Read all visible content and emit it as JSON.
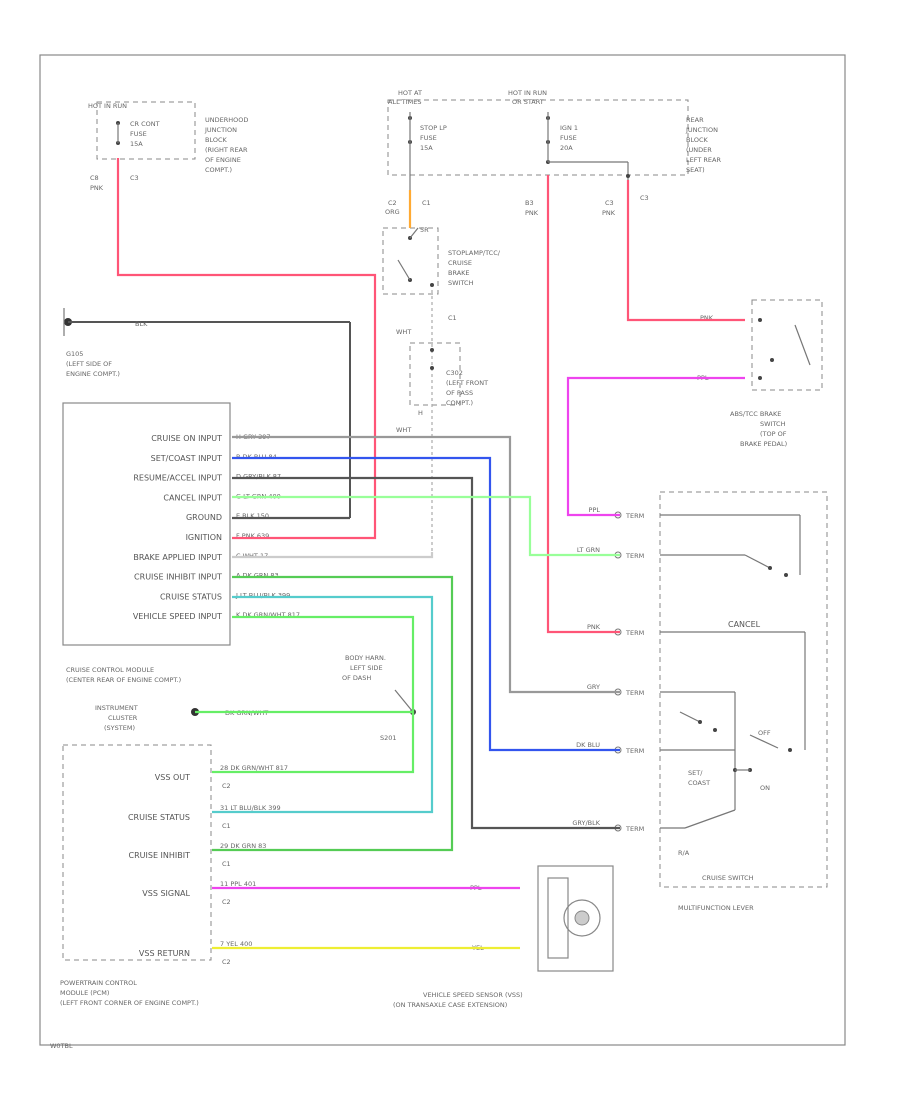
{
  "footer_code": "W0TBL",
  "fuse_blocks": {
    "left": {
      "hot": "HOT IN RUN",
      "fuse": [
        "CR CONT",
        "FUSE",
        "15A"
      ],
      "location": [
        "UNDERHOOD",
        "JUNCTION",
        "BLOCK",
        "(RIGHT REAR",
        "OF ENGINE",
        "COMPT.)"
      ],
      "conn_left": "C8",
      "conn_right": "C3",
      "wire": "PNK"
    },
    "right": {
      "hot_left": [
        "HOT AT",
        "ALL TIMES"
      ],
      "hot_right": [
        "HOT IN RUN",
        "OR START"
      ],
      "fuse1": [
        "STOP LP",
        "FUSE",
        "15A"
      ],
      "fuse2": [
        "IGN 1",
        "FUSE",
        "20A"
      ],
      "location": [
        "REAR",
        "JUNCTION",
        "BLOCK",
        "(UNDER",
        "LEFT REAR",
        "SEAT)"
      ],
      "c2": "C2",
      "c1": "C1",
      "b3": "B3",
      "c3": "C3",
      "pnk1": "PNK",
      "pnk2": "PNK",
      "org": "ORG"
    }
  },
  "stoplamp_switch": {
    "label": [
      "STOPLAMP/TCC/",
      "CRUISE",
      "BRAKE",
      "SWITCH"
    ],
    "c1": "C1",
    "pin": "5R"
  },
  "ground_g105": {
    "wire": "BLK",
    "name": "G105",
    "location": [
      "(LEFT SIDE OF",
      "ENGINE COMPT.)"
    ]
  },
  "connector_c302": {
    "wire1": "WHT",
    "name": "C302",
    "location": [
      "(LEFT FRONT",
      "OF PASS",
      "COMPT.)"
    ],
    "pin": "H",
    "wire2": "WHT",
    "c1": "C1"
  },
  "abs_switch": {
    "label": [
      "ABS/TCC BRAKE",
      "SWITCH",
      "(TOP OF",
      "BRAKE PEDAL)"
    ],
    "wire_in": "PNK",
    "wire_out": "PPL"
  },
  "cruise_module": {
    "inputs": [
      "CRUISE ON INPUT",
      "SET/COAST INPUT",
      "RESUME/ACCEL INPUT",
      "CANCEL INPUT",
      "GROUND",
      "IGNITION",
      "BRAKE APPLIED INPUT",
      "CRUISE INHIBIT INPUT",
      "CRUISE STATUS",
      "VEHICLE SPEED INPUT"
    ],
    "pins": [
      "H  GRY  397",
      "B  DK BLU  84",
      "D  GRY/BLK  87",
      "G  LT GRN  400",
      "E  BLK  150",
      "F  PNK  639",
      "C  WHT  17",
      "A  DK GRN  83",
      "J  LT BLU/BLK  399",
      "K  DK GRN/WHT  817"
    ],
    "name": [
      "CRUISE CONTROL MODULE",
      "(CENTER REAR OF ENGINE COMPT.)"
    ]
  },
  "splice": {
    "label": [
      "BODY HARN.",
      "LEFT SIDE",
      "OF DASH"
    ],
    "name": "S201"
  },
  "instrument_cluster": {
    "label": [
      "INSTRUMENT",
      "CLUSTER",
      "(SYSTEM)"
    ],
    "wire": "DK GRN/WHT"
  },
  "pcm": {
    "rows": [
      "VSS OUT",
      "CRUISE STATUS",
      "CRUISE INHIBIT",
      "VSS SIGNAL",
      "VSS RETURN"
    ],
    "pins": [
      "28   DK GRN/WHT   817",
      "31   LT BLU/BLK   399",
      "29   DK GRN   83",
      "11   PPL   401",
      "7   YEL   400"
    ],
    "conns": [
      "C2",
      "C1",
      "C1",
      "C2",
      "C2"
    ],
    "name": [
      "POWERTRAIN CONTROL",
      "MODULE (PCM)",
      "(LEFT FRONT CORNER OF ENGINE COMPT.)"
    ]
  },
  "vss": {
    "wire_top": "PPL",
    "wire_bottom": "YEL",
    "name": [
      "VEHICLE SPEED SENSOR (VSS)",
      "(ON TRANSAXLE CASE EXTENSION)"
    ]
  },
  "multifunction": {
    "wires": [
      "PPL",
      "LT GRN",
      "PNK",
      "GRY",
      "DK BLU",
      "GRY/BLK"
    ],
    "term": "TERM",
    "cancel": "CANCEL",
    "off": "OFF",
    "on": "ON",
    "set": [
      "SET/",
      "COAST"
    ],
    "ra": "R/A",
    "switch_name": "CRUISE SWITCH",
    "lever_name": "MULTIFUNCTION LEVER"
  },
  "colors": {
    "pink": "#ff5577",
    "orange": "#ffaa33",
    "blue": "#3355ee",
    "green": "#66ee66",
    "lightgreen": "#99ff99",
    "darkgreen": "#55cc55",
    "cyan": "#55cccc",
    "purple": "#ee44ee",
    "yellow": "#eeee33",
    "gray": "#999999",
    "darkgray": "#555555"
  }
}
